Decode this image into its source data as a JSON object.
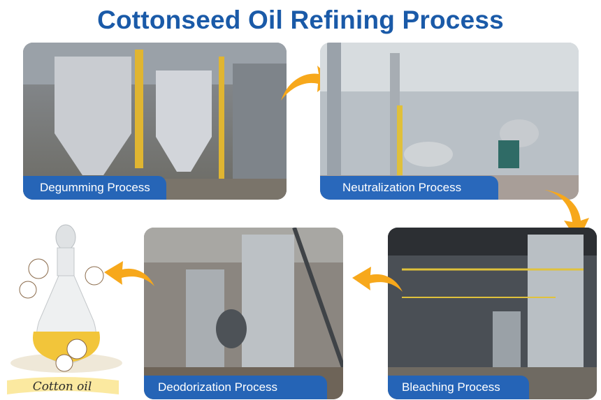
{
  "header": {
    "title": "Cottonseed Oil Refining Process"
  },
  "steps": [
    {
      "label": "Degumming Process",
      "order": 1
    },
    {
      "label": "Neutralization Process",
      "order": 2
    },
    {
      "label": "Bleaching Process",
      "order": 3
    },
    {
      "label": "Deodorization Process",
      "order": 4
    }
  ],
  "product": {
    "label": "Cotton oil"
  },
  "colors": {
    "title": "#1a5aa8",
    "label_bg": "#1e64be",
    "arrow": "#f7a81b"
  }
}
